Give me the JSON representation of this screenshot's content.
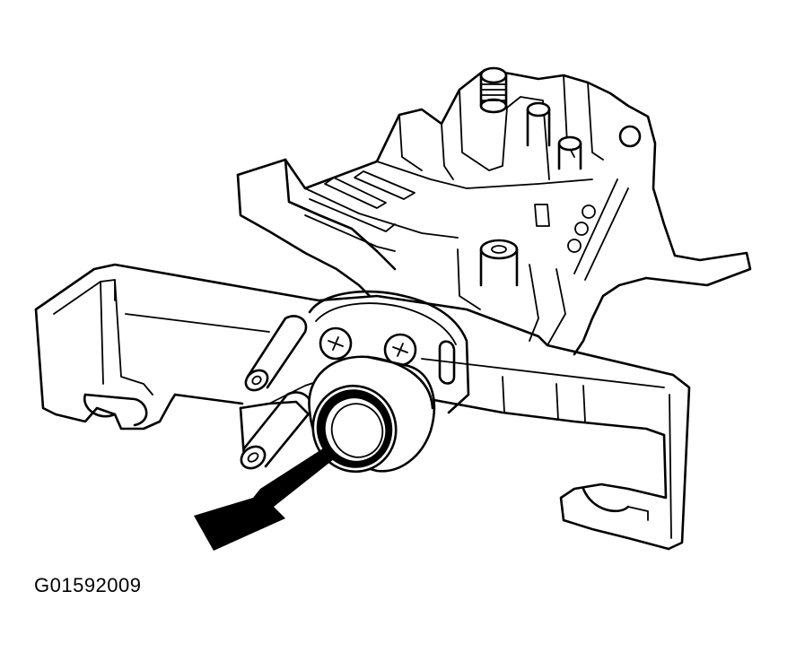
{
  "figure": {
    "code": "G01592009"
  },
  "parts": [
    "bracket-assembly",
    "bushing-ring",
    "indicator-arrow"
  ],
  "colors": {
    "line": "#000000",
    "background": "#ffffff"
  }
}
